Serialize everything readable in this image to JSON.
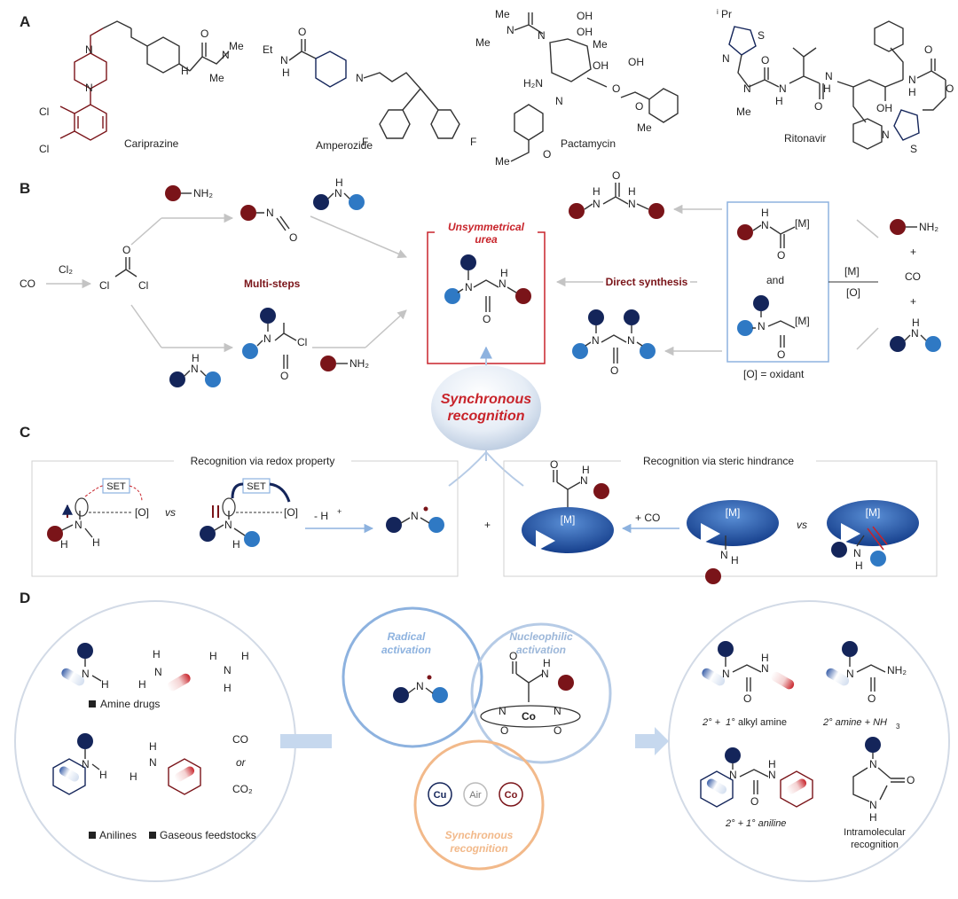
{
  "colors": {
    "dark_red": "#7a1419",
    "navy": "#14255a",
    "blue": "#2f79c4",
    "red": "#c8242b",
    "light_blue": "#b6cbe6",
    "orange": "#f2b98a",
    "gray": "#c8c8c8"
  },
  "panels": {
    "a": "A",
    "b": "B",
    "c": "C",
    "d": "D"
  },
  "panel_a": {
    "molecules": [
      "Cariprazine",
      "Amperozide",
      "Pactamycin",
      "Ritonavir"
    ],
    "atoms": {
      "cl": "Cl",
      "n": "N",
      "h": "H",
      "o": "O",
      "f": "F",
      "s": "S",
      "me": "Me",
      "et": "Et",
      "oh": "OH",
      "h2n": "H₂N",
      "ipr_sup": "i",
      "ipr": "Pr"
    }
  },
  "panel_b": {
    "nh2": "NH₂",
    "co": "CO",
    "cl2": "Cl₂",
    "multi_steps": "Multi-steps",
    "target_title": "Unsymmetrical",
    "target_title_2": "urea",
    "direct_synthesis": "Direct synthesis",
    "metal": "[M]",
    "and": "and",
    "oxidant_tag": "[O]",
    "oxidant_legend": "[O] = oxidant",
    "plus": "+"
  },
  "center_bubble": {
    "line1": "Synchronous",
    "line2": "recognition"
  },
  "panel_c": {
    "redox_title": "Recognition via redox property",
    "steric_title": "Recognition via steric hindrance",
    "set": "SET",
    "vs": "vs",
    "minus_h": "- H",
    "h_plus": "+",
    "plus_co": "+  CO",
    "plus": "+"
  },
  "panel_d": {
    "amine_drugs": "Amine drugs",
    "anilines": "Anilines",
    "gaseous": "Gaseous feedstocks",
    "co": "CO",
    "or": "or",
    "co2": "CO₂",
    "radical_1": "Radical",
    "radical_2": "activation",
    "nucleophilic_1": "Nucleophilic",
    "nucleophilic_2": "activation",
    "sync_1": "Synchronous",
    "sync_2": "recognition",
    "cu": "Cu",
    "air": "Air",
    "co_metal": "Co",
    "p1_a": "2° + ",
    "p1_b": "1°",
    "p1_c": " alkyl amine",
    "p2_a": "2° amine + NH",
    "p2_sub": "3",
    "p3": "2° + 1° aniline",
    "p4_1": "Intramolecular",
    "p4_2": "recognition"
  }
}
